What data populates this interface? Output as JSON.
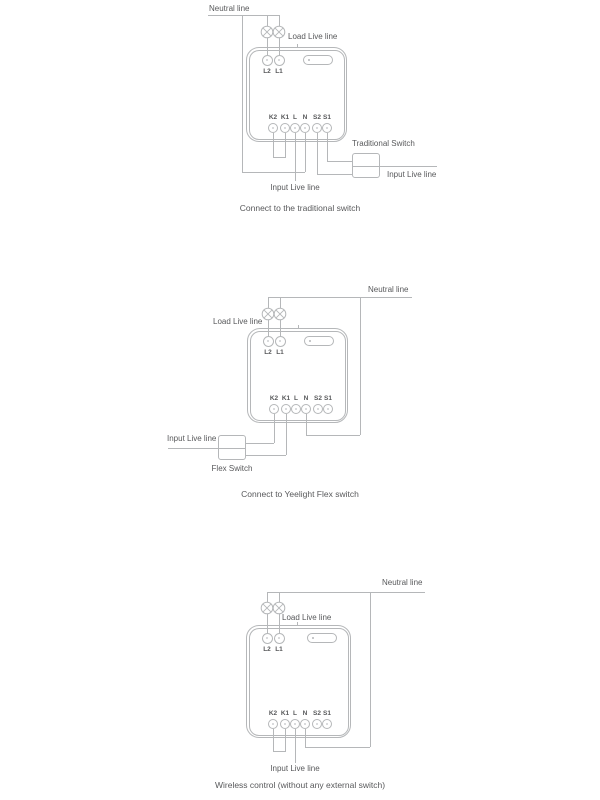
{
  "colors": {
    "line": "#b5b7b9",
    "text": "#58595b"
  },
  "module": {
    "top_terminals": [
      "L2",
      "L1"
    ],
    "bottom_terminals": [
      "K2",
      "K1",
      "L",
      "N",
      "S2",
      "S1"
    ]
  },
  "diagrams": {
    "traditional": {
      "caption": "Connect to the traditional switch",
      "labels": {
        "neutral_line": "Neutral line",
        "load_live_line": "Load Live line",
        "input_live_line": "Input Live line",
        "switch_name": "Traditional Switch",
        "switch_input_live_line": "Input Live line"
      }
    },
    "flex": {
      "caption": "Connect to Yeelight Flex switch",
      "labels": {
        "neutral_line": "Neutral line",
        "load_live_line": "Load Live line",
        "input_live_line": "Input Live line",
        "switch_name": "Flex Switch"
      }
    },
    "wireless": {
      "caption": "Wireless control (without any external switch)",
      "labels": {
        "neutral_line": "Neutral line",
        "load_live_line": "Load Live line",
        "input_live_line": "Input Live line"
      }
    }
  }
}
